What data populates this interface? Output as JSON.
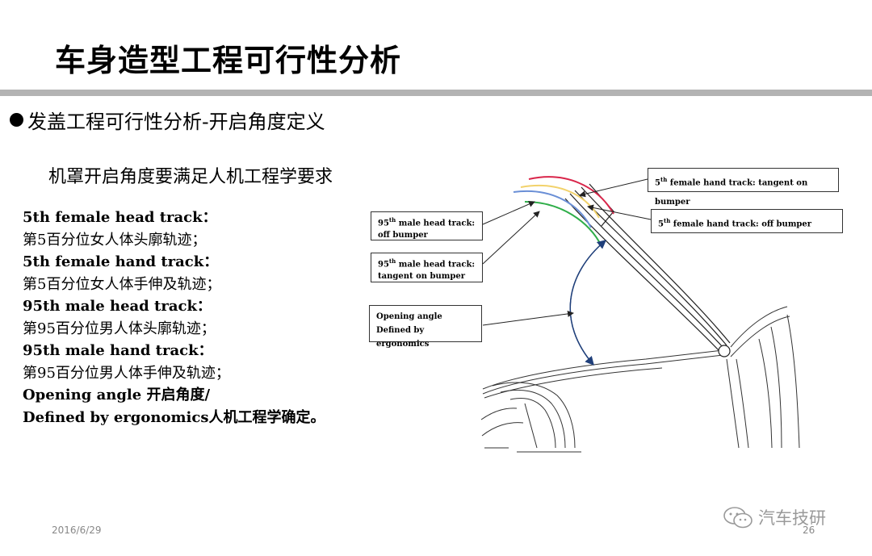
{
  "slide": {
    "title": "车身造型工程可行性分析",
    "bullet": "发盖工程可行性分析-开启角度定义",
    "subtitle": "机罩开启角度要满足人机工程学要求",
    "descriptions": [
      {
        "en": "5th female head track：",
        "cn": "第5百分位女人体头廓轨迹；"
      },
      {
        "en": "5th female hand track：",
        "cn": "第5百分位女人体手伸及轨迹；"
      },
      {
        "en": "95th male head track：",
        "cn": "第95百分位男人体头廓轨迹；"
      },
      {
        "en": "95th male hand track：",
        "cn": "第95百分位男人体手伸及轨迹；"
      }
    ],
    "opening_line1": "Opening angle 开启角度/",
    "opening_line2": " Defined by ergonomics人机工程学确定。"
  },
  "callouts": {
    "female_hand_tangent": {
      "num": "5",
      "sup": "th",
      "text": " female hand track: tangent on bumper"
    },
    "female_hand_off": {
      "num": "5",
      "sup": "th",
      "text": " female hand track: off  bumper"
    },
    "male_head_off_1": {
      "num": "95",
      "sup": "th",
      "text": " male head track:"
    },
    "male_head_off_2": "off bumper",
    "male_head_tangent_1": {
      "num": "95",
      "sup": "th",
      "text": " male head track:"
    },
    "male_head_tangent_2": "tangent on bumper",
    "opening_1": "Opening angle",
    "opening_2": "Defined by ergonomics"
  },
  "footer": {
    "date": "2016/6/29",
    "page": "26",
    "watermark": "汽车技研"
  },
  "colors": {
    "title_rule": "#b3b3b3",
    "track_red": "#d9254a",
    "track_yellow": "#f2d26b",
    "track_blue": "#6a8fd6",
    "track_green": "#2fae49",
    "arc_blue": "#1f3f7a"
  },
  "icons": {
    "watermark": "wechat-icon",
    "bullet": "bullet-dot"
  }
}
